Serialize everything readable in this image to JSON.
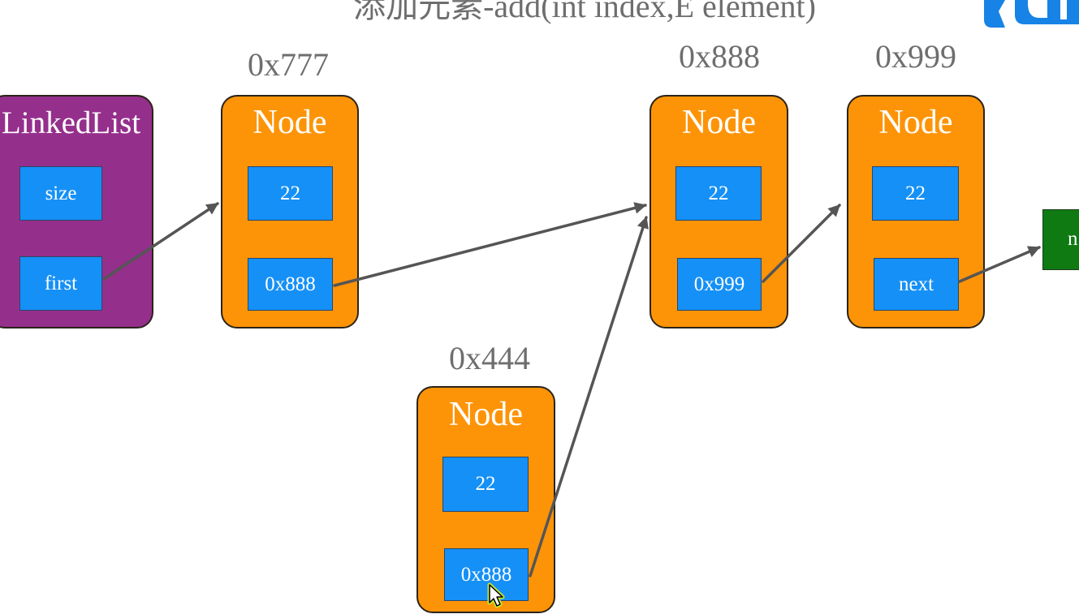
{
  "title": "添加元素-add(int index,E element)",
  "colors": {
    "linked_list": "#952f8c",
    "node": "#fd9407",
    "cell": "#1590f6",
    "terminal": "#0f7a12",
    "arrow": "#555555",
    "label_text": "#6e6e6e",
    "logo": "#1783e6"
  },
  "linked_list": {
    "title": "LinkedList",
    "size_label": "size",
    "first_label": "first"
  },
  "nodes": [
    {
      "address": "0x777",
      "title": "Node",
      "item": "22",
      "next": "0x888"
    },
    {
      "address": "0x888",
      "title": "Node",
      "item": "22",
      "next": "0x999"
    },
    {
      "address": "0x999",
      "title": "Node",
      "item": "22",
      "next": "next"
    },
    {
      "address": "0x444",
      "title": "Node",
      "item": "22",
      "next": "0x888"
    }
  ],
  "terminal_box": {
    "label": "n"
  },
  "icons": {
    "logo": "brand-logo",
    "cursor": "mouse-pointer-icon"
  }
}
